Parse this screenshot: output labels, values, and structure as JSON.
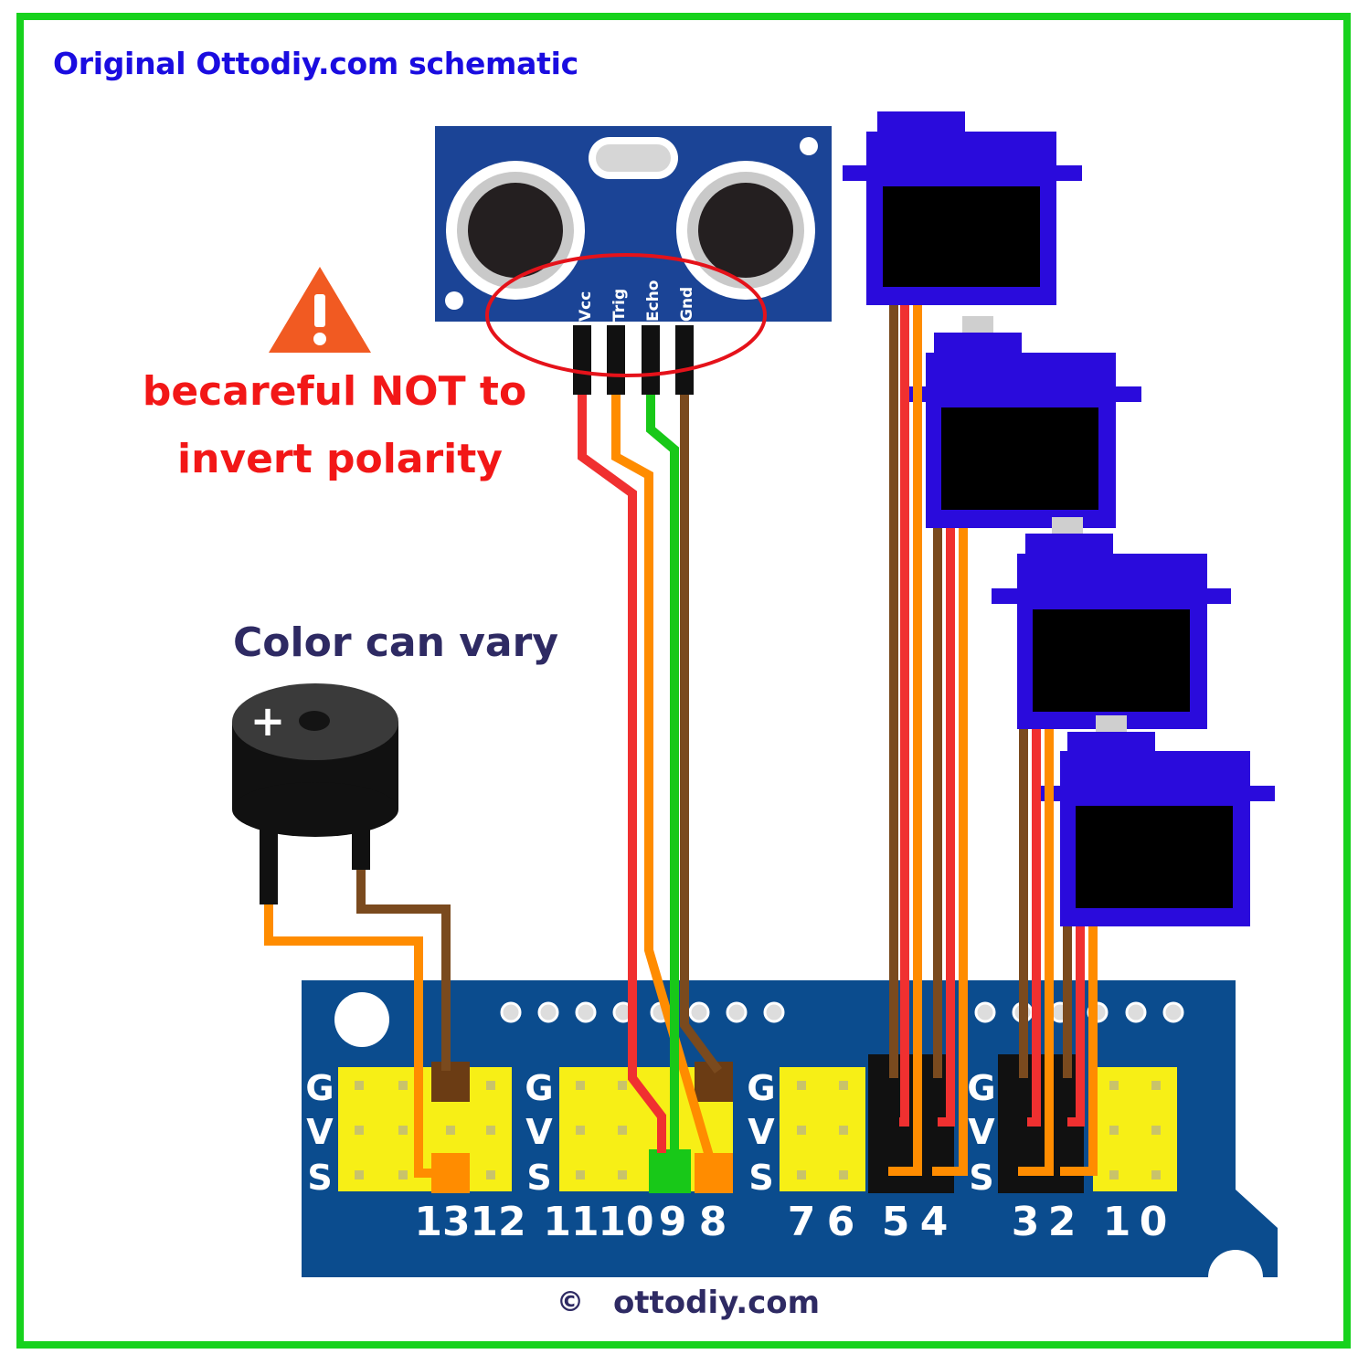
{
  "title": "Original Ottodiy.com schematic",
  "warning": {
    "line1": "becareful NOT to",
    "line2": "invert polarity"
  },
  "buzzer": {
    "note": "Color can vary",
    "plus_sign": "+"
  },
  "sensor": {
    "pins": [
      "Vcc",
      "Trig",
      "Echo",
      "Gnd"
    ]
  },
  "board": {
    "row_labels": [
      "G",
      "V",
      "S"
    ],
    "pin_numbers": [
      "13",
      "12",
      "11",
      "10",
      "9",
      "8",
      "7",
      "6",
      "5",
      "4",
      "3",
      "2",
      "1",
      "0"
    ]
  },
  "footer": {
    "copyright": "©",
    "site": "ottodiy.com"
  },
  "colors": {
    "frame": "#17d21d",
    "board": "#0b4c8e",
    "header": "#f7ef16",
    "sensor": "#1b4496",
    "servo": "#2a0bdc",
    "warning": "#f21717",
    "wire_red": "#f03030",
    "wire_orange": "#ff8c00",
    "wire_green": "#18c818",
    "wire_brown": "#7a4a1e"
  }
}
